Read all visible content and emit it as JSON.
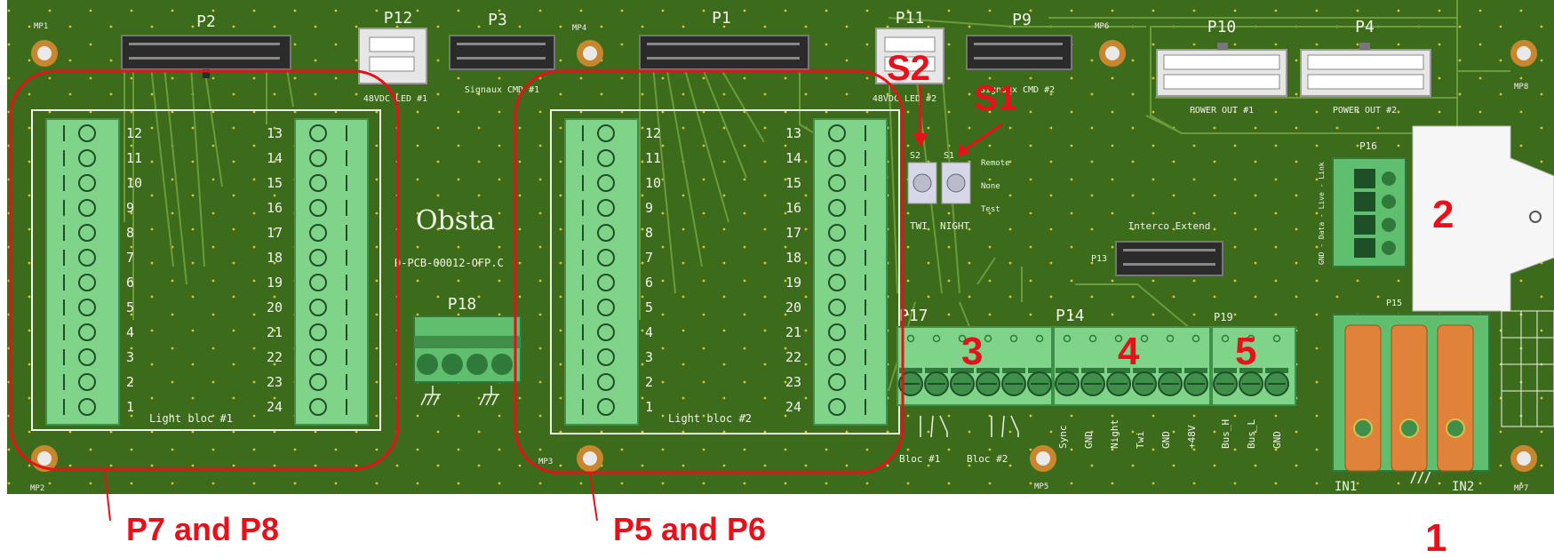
{
  "colors": {
    "board": "#3d6b1c",
    "board_dark": "#2f5615",
    "trace": "#6d9a3a",
    "silk": "#f0f4e8",
    "terminal_green": "#7fd48a",
    "terminal_dark": "#3f8f4a",
    "copper": "#c8872f",
    "annotation": "#e8111a",
    "header_dark": "#2b2b2b"
  },
  "board": {
    "brand": "Obsta",
    "part_number": "D-PCB-00012-OFP.C",
    "mounting_holes": [
      "MP1",
      "MP2",
      "MP3",
      "MP4",
      "MP5",
      "MP6",
      "MP7",
      "MP8"
    ]
  },
  "connectors": {
    "p2": "P2",
    "p12": "P12",
    "p12_label": "48VDC LED #1",
    "p3": "P3",
    "p3_label": "Signaux CMD #1",
    "p1": "P1",
    "p11": "P11",
    "p11_label": "48VDC LED #2",
    "p9": "P9",
    "p9_label": "Signaux CMD #2",
    "p10": "P10",
    "p10_label": "POWER OUT #1",
    "p4": "P4",
    "p4_label": "POWER OUT #2",
    "p16": "P16",
    "p16_side": "GND - Data - Live - Link",
    "p13": "P13",
    "p13_label": "Interco Extend",
    "p18": "P18",
    "p17": "P17",
    "p14": "P14",
    "p19": "P19",
    "p15": "P15",
    "p7": "P7",
    "p8": "P8",
    "p5": "P5",
    "p6": "P6",
    "light_bloc_1": "Light bloc #1",
    "light_bloc_2": "Light bloc #2",
    "left_numbers": [
      "12",
      "11",
      "10",
      "9",
      "8",
      "7",
      "6",
      "5",
      "4",
      "3",
      "2",
      "1"
    ],
    "right_numbers": [
      "13",
      "14",
      "15",
      "16",
      "17",
      "18",
      "19",
      "20",
      "21",
      "22",
      "23",
      "24"
    ],
    "bloc1": "Bloc #1",
    "bloc2": "Bloc #2",
    "p14_pins": [
      "Sync",
      "GND",
      "Night",
      "Twi",
      "GND",
      "+48V"
    ],
    "p19_pins": [
      "Bus_H",
      "Bus_L",
      "GND"
    ],
    "in1": "IN1",
    "in2": "IN2"
  },
  "switches": {
    "s2_small": "S2",
    "s1_small": "S1",
    "twi": "TWI",
    "night": "NIGHT",
    "remote": "Remote",
    "none": "None",
    "test": "Test"
  },
  "annotations": {
    "s2": "S2",
    "s1": "S1",
    "n1": "1",
    "n2": "2",
    "n3": "3",
    "n4": "4",
    "n5": "5",
    "p7_p8": "P7 and P8",
    "p5_p6": "P5 and P6"
  }
}
